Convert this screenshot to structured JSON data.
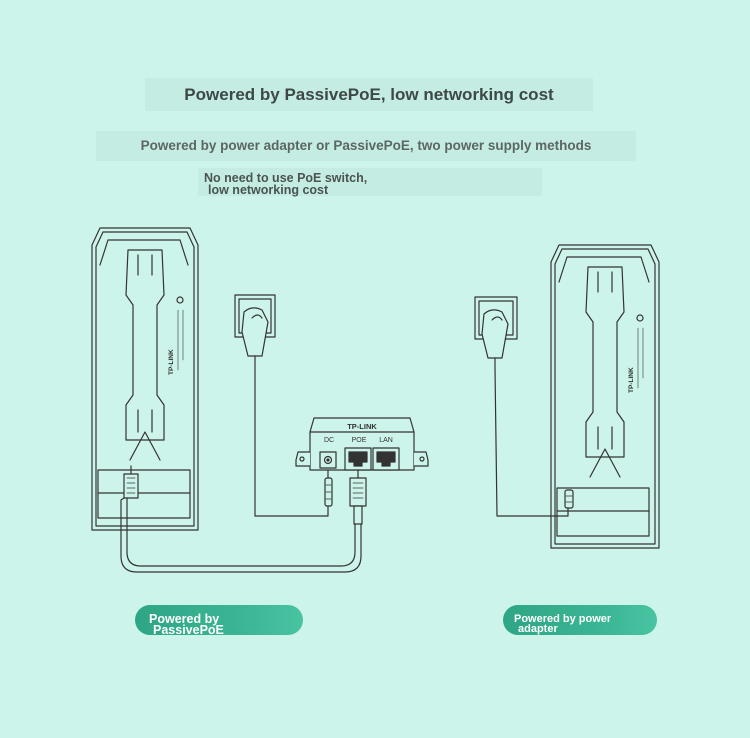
{
  "title": "Powered by PassivePoE, low networking cost",
  "subtitle": "Powered by power adapter or PassivePoE, two power supply methods",
  "note": {
    "line1": "No need to use PoE switch,",
    "line2": "low networking cost"
  },
  "injector": {
    "brand": "TP-LINK",
    "ports": [
      "DC",
      "POE",
      "LAN"
    ]
  },
  "device_brand": "TP-LINK",
  "badges": {
    "left": {
      "line1": "Powered by",
      "line2": "PassivePoE"
    },
    "right": {
      "line1": "Powered by power",
      "line2": "adapter"
    }
  },
  "colors": {
    "background": "#cdf4ea",
    "badge": "#34ad8c",
    "line_art": "#333333"
  }
}
